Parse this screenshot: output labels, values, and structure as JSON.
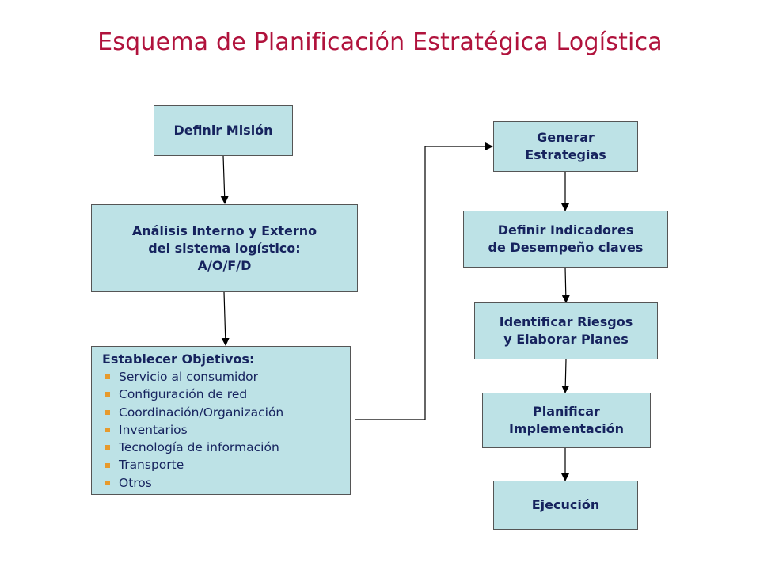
{
  "title": "Esquema de Planificación Estratégica Logística",
  "nodes": {
    "mission": [
      "Definir Misión"
    ],
    "analysis": [
      "Análisis Interno y Externo",
      "del sistema logístico:",
      "A/O/F/D"
    ],
    "strategies": [
      "Generar",
      "Estrategias"
    ],
    "indicators": [
      "Definir Indicadores",
      "de Desempeño claves"
    ],
    "risks": [
      "Identificar Riesgos",
      "y Elaborar Planes"
    ],
    "implementation": [
      "Planificar",
      "Implementación"
    ],
    "execution": [
      "Ejecución"
    ]
  },
  "objectives": {
    "heading": "Establecer Objetivos:",
    "items": [
      "Servicio al consumidor",
      "Configuración de red",
      "Coordinación/Organización",
      "Inventarios",
      "Tecnología de información",
      "Transporte",
      "Otros"
    ]
  },
  "colors": {
    "title": "#b0123c",
    "box_fill": "#bde2e6",
    "box_text": "#16235e",
    "bullet": "#e79a2c"
  }
}
